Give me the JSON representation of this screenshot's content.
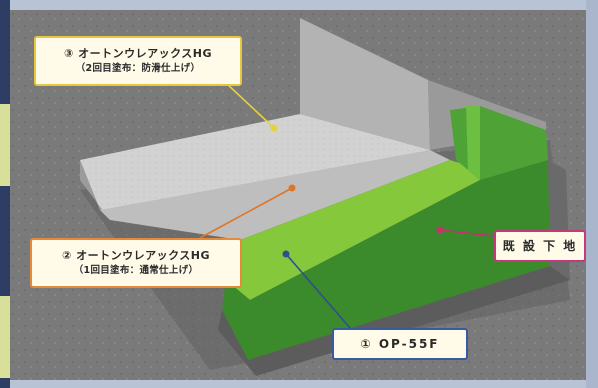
{
  "callouts": {
    "layer3": {
      "line1": "③ オートンウレアックスHG",
      "line2": "（2回目塗布：防滑仕上げ）"
    },
    "layer2": {
      "line1": "② オートンウレアックスHG",
      "line2": "（1回目塗布：通常仕上げ）"
    },
    "layer1": {
      "line1": "① OP-55F"
    },
    "substrate": {
      "line1": "既 設 下 地"
    }
  },
  "colors": {
    "layer3_leader": "#e7d23c",
    "layer2_leader": "#e0752a",
    "layer1_leader": "#2f4f8f",
    "substrate_leader": "#c8306e",
    "layer1_green": "#3f8f2f",
    "layer2_green": "#7cc43a",
    "topcoat_gray": "#c8c8c8"
  }
}
